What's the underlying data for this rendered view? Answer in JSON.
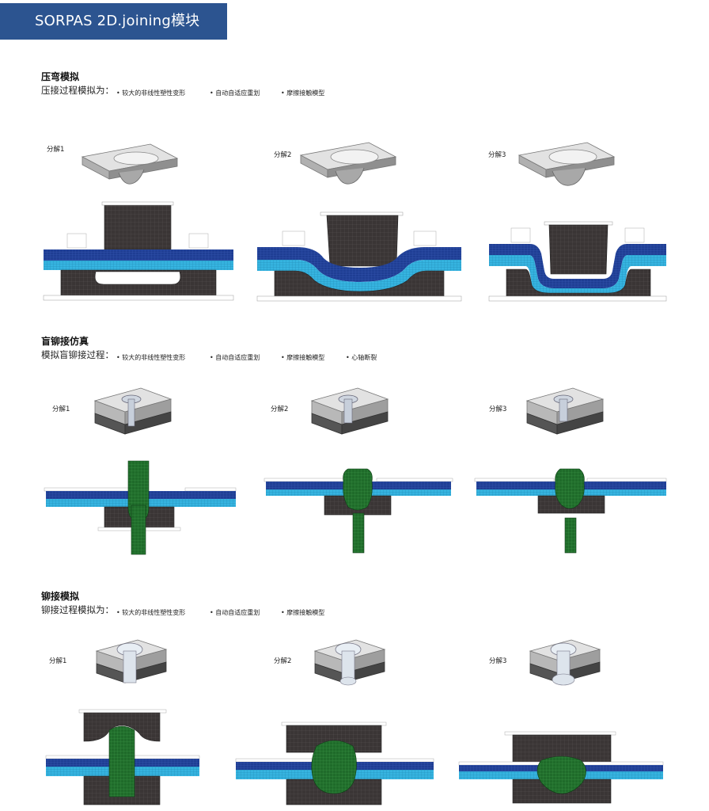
{
  "header": {
    "title": "SORPAS 2D.joining模块"
  },
  "sections": [
    {
      "title": "压弯模拟",
      "desc": "压接过程模拟为：",
      "bullets": [
        "较大的非线性塑性变形",
        "自动自适应重划",
        "摩擦接触模型"
      ],
      "steps": [
        "分解1",
        "分解2",
        "分解3"
      ]
    },
    {
      "title": "盲铆接仿真",
      "desc": "模拟盲铆接过程：",
      "bullets": [
        "较大的非线性塑性变形",
        "自动自适应重划",
        "摩擦接触模型",
        "心轴断裂"
      ],
      "steps": [
        "分解1",
        "分解2",
        "分解3"
      ]
    },
    {
      "title": "铆接模拟",
      "desc": "铆接过程模拟为：",
      "bullets": [
        "较大的非线性塑性变形",
        "自动自适应重划",
        "摩擦接触模型"
      ],
      "steps": [
        "分解1",
        "分解2",
        "分解3"
      ]
    }
  ],
  "colors": {
    "banner": "#2c5490",
    "sheet_dark_blue": "#1f3e94",
    "sheet_light_blue": "#36b4e0",
    "die_dark": "#3a3535",
    "rivet_green": "#1f6b2a",
    "block_top": "#dcdcdc",
    "block_side": "#9a9a9a"
  }
}
